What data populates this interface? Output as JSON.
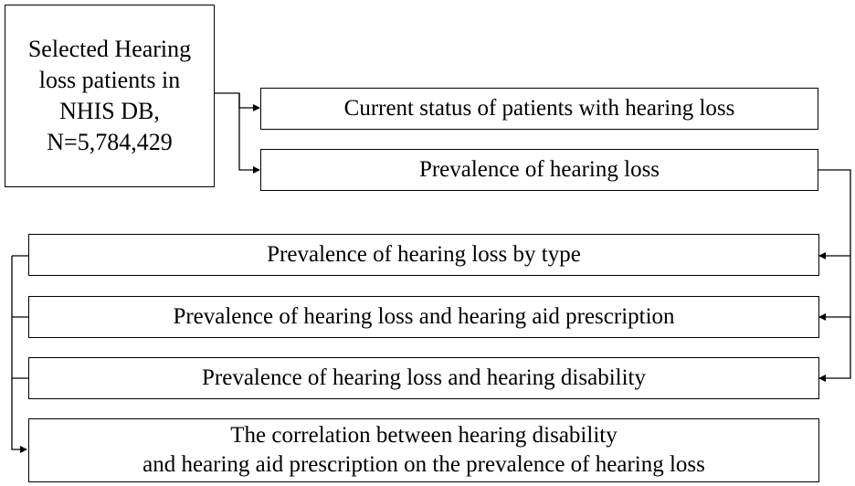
{
  "source": {
    "line1": "Selected Hearing",
    "line2": "loss patients in",
    "line3": "NHIS DB,",
    "line4": "N=5,784,429"
  },
  "top_boxes": {
    "current_status": "Current status of patients with hearing loss",
    "prevalence": "Prevalence of hearing loss"
  },
  "sub_boxes": {
    "by_type": "Prevalence of hearing loss by type",
    "aid_prescription": "Prevalence of hearing loss and hearing aid prescription",
    "disability": "Prevalence of hearing loss and hearing disability"
  },
  "correlation": {
    "line1": "The correlation between hearing disability",
    "line2": "and hearing aid prescription on the prevalence of hearing loss"
  }
}
